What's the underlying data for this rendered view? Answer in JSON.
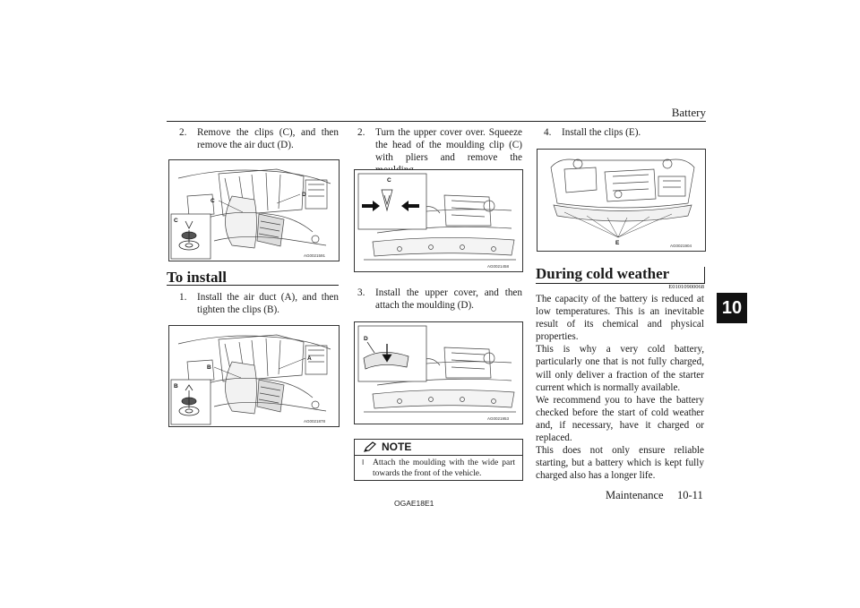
{
  "header": {
    "running_title": "Battery",
    "chapter_tab": "10"
  },
  "column1": {
    "step_remove": {
      "number": "2.",
      "text": "Remove the clips (C), and then remove the air duct (D)."
    },
    "figure1": {
      "code": "AG0021591",
      "callouts": [
        "C",
        "D",
        "C"
      ]
    },
    "heading_install": "To install",
    "step_install": {
      "number": "1.",
      "text": "Install the air duct (A), and then tighten the clips (B)."
    },
    "figure2": {
      "code": "AG0021878",
      "callouts": [
        "B",
        "A",
        "B"
      ]
    }
  },
  "column2": {
    "step_turn": {
      "number": "2.",
      "text": "Turn the upper cover over. Squeeze the head of the moulding clip (C) with pliers and remove the moulding."
    },
    "figure3": {
      "code": "AG0021458",
      "callouts": [
        "C"
      ]
    },
    "step_cover": {
      "number": "3.",
      "text": "Install the upper cover, and then attach the moulding (D)."
    },
    "figure4": {
      "code": "AG0021953",
      "callouts": [
        "D"
      ]
    },
    "note": {
      "label": "NOTE",
      "bullet": "l",
      "text": "Attach the moulding with the wide part towards the front of the vehicle."
    }
  },
  "column3": {
    "step_clips": {
      "number": "4.",
      "text": "Install the clips (E)."
    },
    "figure5": {
      "code": "AG0021904",
      "callouts": [
        "E"
      ]
    },
    "heading_cold": "During cold weather",
    "section_code": "E01010900068",
    "paragraphs": [
      "The capacity of the battery is reduced at low temperatures. This is an inevitable result of its chemical and physical properties.",
      "This is why a very cold battery, particularly one that is not fully charged, will only deliver a fraction of the starter current which is normally available.",
      "We recommend you to have the battery checked before the start of cold weather and, if necessary, have it charged or replaced.",
      "This does not only ensure reliable starting, but a battery which is kept fully charged also has a longer life."
    ]
  },
  "footer": {
    "doc_code": "OGAE18E1",
    "section": "Maintenance",
    "page": "10-11"
  }
}
